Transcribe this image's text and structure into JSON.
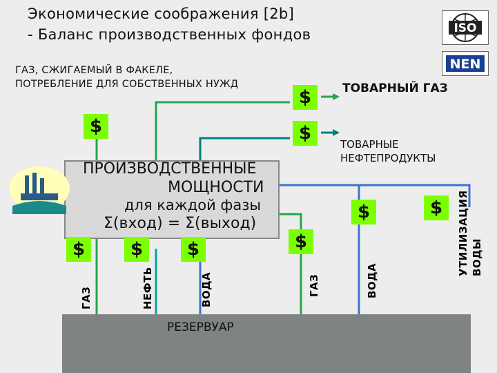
{
  "title": {
    "line1": "Экономические соображения [2b]",
    "line2": "- Баланс производственных фондов"
  },
  "labels": {
    "flared_gas_line1": "ГАЗ, СЖИГАЕМЫЙ В ФАКЕЛЕ,",
    "flared_gas_line2": "ПОТРЕБЛЕНИЕ ДЛЯ СОБСТВЕННЫХ НУЖД",
    "sales_gas": "ТОВАРНЫЙ ГАЗ",
    "oil_products_line1": "ТОВАРНЫЕ",
    "oil_products_line2": "НЕФТЕПРОДУКТЫ",
    "facility_line1": "ПРОИЗВОДСТВЕННЫЕ",
    "facility_line2": "МОЩНОСТИ",
    "facility_line3": "для каждой фазы",
    "facility_line4": "Σ(вход) = Σ(выход)",
    "reservoir": "РЕЗЕРВУАР",
    "gas_in": "ГАЗ",
    "oil_in": "НЕФТЬ",
    "water_in": "ВОДА",
    "gas_out": "ГАЗ",
    "water_out": "ВОДА",
    "water_disposal_line1": "УТИЛИЗАЦИЯ",
    "water_disposal_line2": "ВОДЫ"
  },
  "dollar_sign": "$",
  "logos": {
    "iso": "ISO",
    "nen": "NEN"
  },
  "colors": {
    "background": "#ededed",
    "dollar_box": "#7cff00",
    "gas_line": "#22a64a",
    "oil_line": "#00a79d",
    "water_line": "#3f6fd0",
    "product_line": "#007f7f",
    "reservoir_fill": "#7f8383",
    "facility_icon_bg": "#ffffb8"
  }
}
